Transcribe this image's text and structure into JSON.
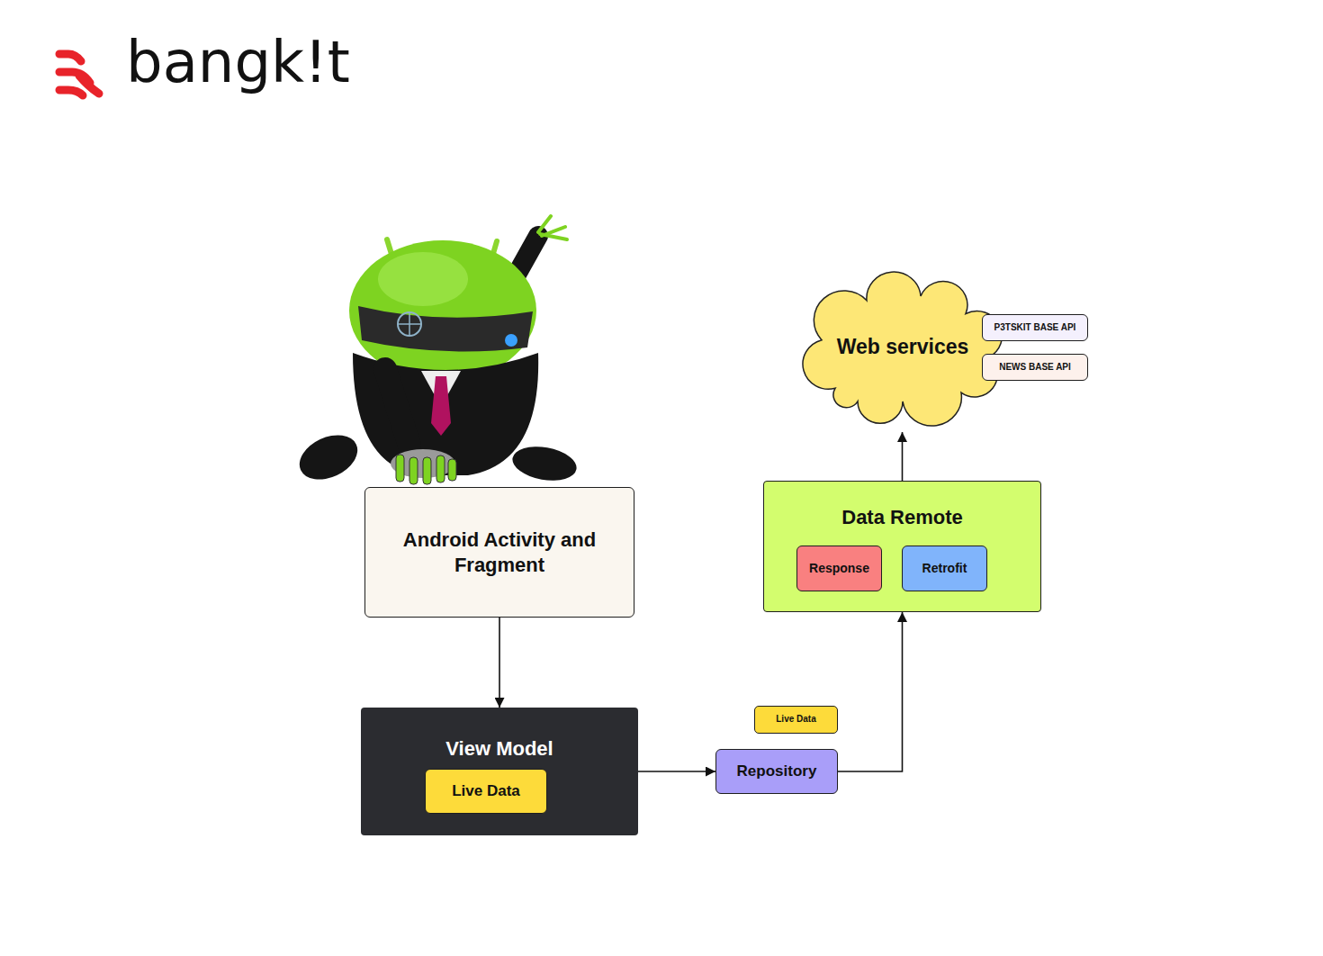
{
  "diagram": {
    "nodes": [
      {
        "text": [
          "Web services"
        ]
      },
      {
        "text": [
          "P3TSKIT BASE API"
        ]
      },
      {
        "text": [
          "NEWS BASE API"
        ]
      },
      {
        "text": [
          "Android Activity and Fragment"
        ]
      },
      {
        "text": [
          "Data Remote"
        ]
      },
      {
        "text": [
          "Response"
        ],
        "in": 4
      },
      {
        "text": [
          "Retrofit"
        ],
        "in": 4
      },
      {
        "text": [
          "Live Data"
        ]
      },
      {
        "text": [
          "View Model"
        ]
      },
      {
        "text": [
          "Live Data"
        ],
        "in": 8
      },
      {
        "text": [
          "Repository"
        ]
      }
    ],
    "edges": [
      {
        "from": 3,
        "to": 8,
        "arrow": "to"
      },
      {
        "from": 8,
        "to": 10,
        "arrow": "to"
      },
      {
        "from": 10,
        "to": 4,
        "arrow": "to"
      },
      {
        "from": 4,
        "to": 0,
        "arrow": "to"
      }
    ],
    "labels": [
      "bangk!t"
    ]
  }
}
